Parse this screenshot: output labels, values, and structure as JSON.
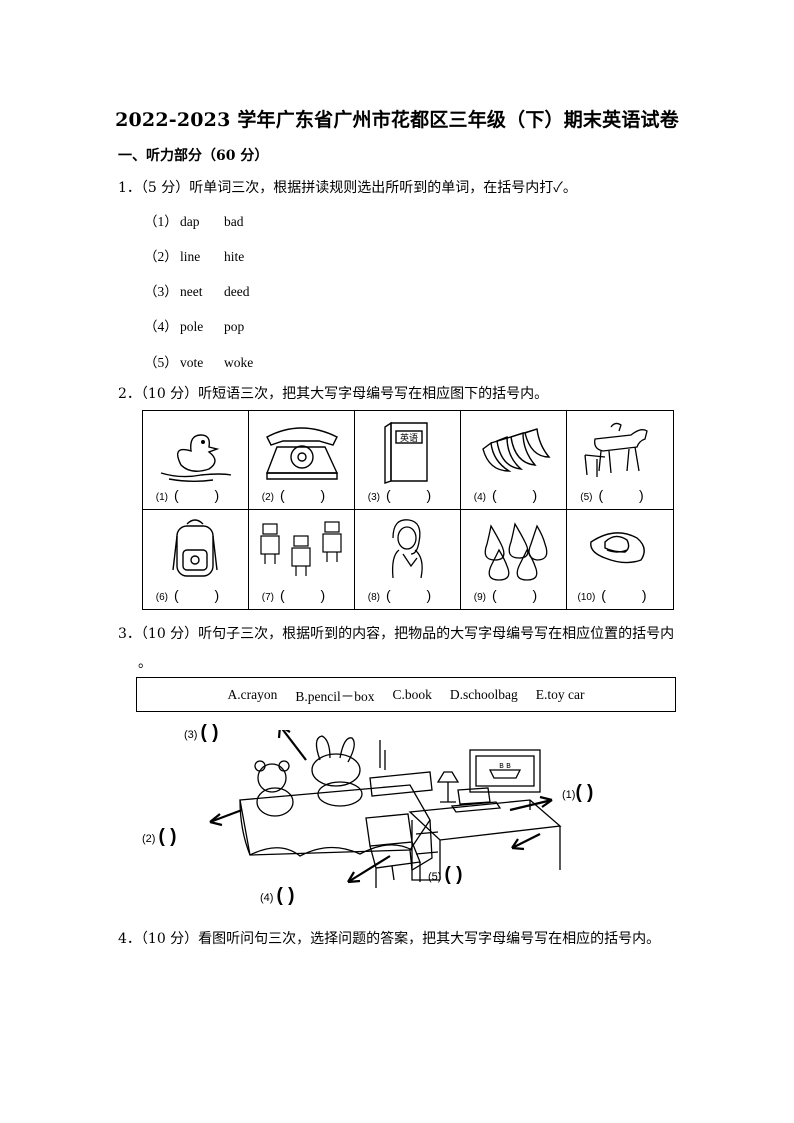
{
  "title": "2022-2023 学年广东省广州市花都区三年级（下）期末英语试卷",
  "section1": "一、听力部分（60 分）",
  "q1": {
    "text": "1．（5 分）听单词三次，根据拼读规则选出所听到的单词，在括号内打✓。",
    "options": [
      {
        "num": "（1）",
        "a": "dap",
        "b": "bad"
      },
      {
        "num": "（2）",
        "a": "line",
        "b": "hite"
      },
      {
        "num": "（3）",
        "a": "neet",
        "b": "deed"
      },
      {
        "num": "（4）",
        "a": "pole",
        "b": "pop"
      },
      {
        "num": "（5）",
        "a": "vote",
        "b": "woke"
      }
    ]
  },
  "q2": {
    "text": "2．（10 分）听短语三次，把其大写字母编号写在相应图下的括号内。",
    "cells": [
      {
        "num": "(1)",
        "paren": "( )",
        "icon": "duck-icon"
      },
      {
        "num": "(2)",
        "paren": "( )",
        "icon": "telephone-icon"
      },
      {
        "num": "(3)",
        "paren": "( )",
        "icon": "book-icon",
        "book_text": "英语"
      },
      {
        "num": "(4)",
        "paren": "( )",
        "icon": "bananas-icon"
      },
      {
        "num": "(5)",
        "paren": "( )",
        "icon": "horses-icon"
      },
      {
        "num": "(6)",
        "paren": "( )",
        "icon": "schoolbag-icon"
      },
      {
        "num": "(7)",
        "paren": "( )",
        "icon": "robots-icon"
      },
      {
        "num": "(8)",
        "paren": "( )",
        "icon": "girl-icon"
      },
      {
        "num": "(9)",
        "paren": "( )",
        "icon": "pears-icon"
      },
      {
        "num": "(10)",
        "paren": "( )",
        "icon": "hat-icon"
      }
    ]
  },
  "q3": {
    "text": "3．（10 分）听句子三次，根据听到的内容，把物品的大写字母编号写在相应位置的括号内",
    "text_cont": "。",
    "options": [
      "A.crayon",
      "B.pencil－box",
      "C.book",
      "D.schoolbag",
      "E.toy car"
    ],
    "blanks": [
      {
        "num": "(3)",
        "paren": "(    )"
      },
      {
        "num": "(1)",
        "paren": "(    )"
      },
      {
        "num": "(2)",
        "paren": "(    )"
      },
      {
        "num": "(5)",
        "paren": "(    )"
      },
      {
        "num": "(4)",
        "paren": "(    )"
      }
    ],
    "monitor_text": "B B"
  },
  "q4": {
    "text": "4．（10 分）看图听问句三次，选择问题的答案，把其大写字母编号写在相应的括号内。"
  }
}
